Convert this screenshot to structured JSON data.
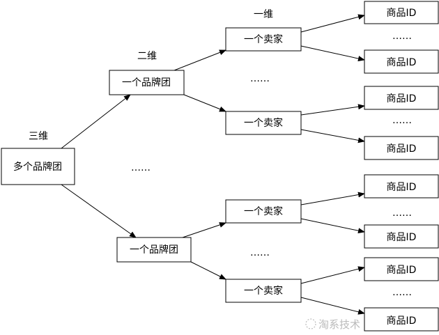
{
  "levels": {
    "one": "一维",
    "two": "二维",
    "three": "三维"
  },
  "root": "多个品牌团",
  "brand_group": "一个品牌团",
  "seller": "一个卖家",
  "product": "商品ID",
  "ellipsis": "……",
  "watermark": "淘系技术"
}
